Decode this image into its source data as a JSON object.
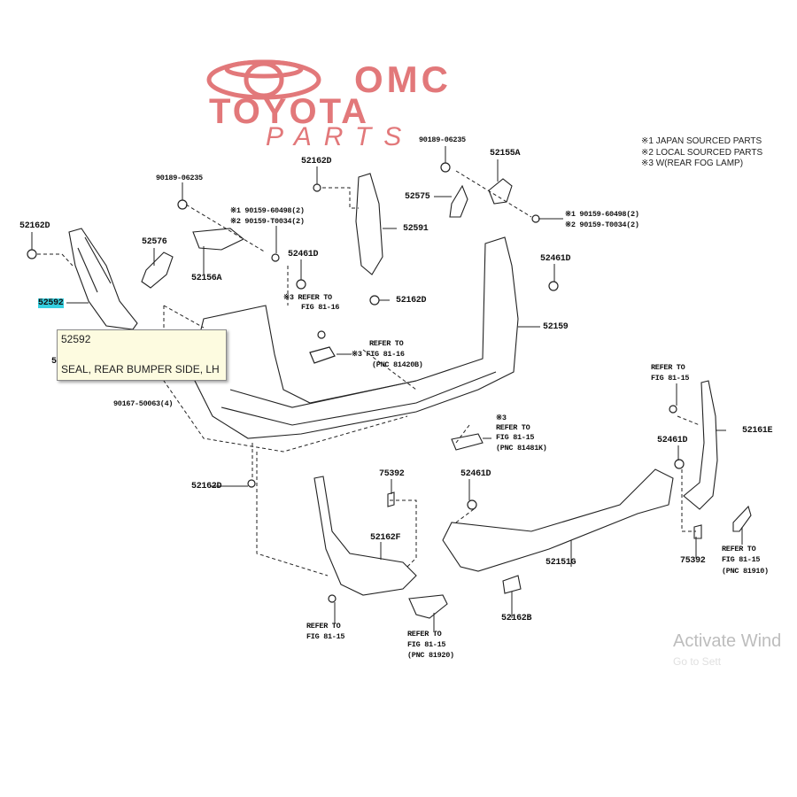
{
  "logo": {
    "line1": "OMC",
    "line2": "TOYOTA",
    "line3": "PARTS",
    "color": "#e2787a"
  },
  "legend": [
    "※1  JAPAN SOURCED PARTS",
    "※2  LOCAL SOURCED PARTS",
    "※3  W(REAR FOG LAMP)"
  ],
  "labels": {
    "p90189_top": "90189-06235",
    "p52155a": "52155A",
    "p52162d_a": "52162D",
    "p90189_left": "90189-06235",
    "p52575": "52575",
    "bolt_left_1": "※1 90159-60498(2)",
    "bolt_left_2": "※2 90159-T0034(2)",
    "bolt_right_1": "※1 90159-60498(2)",
    "bolt_right_2": "※2 90159-T0034(2)",
    "p52162d_b": "52162D",
    "p52591": "52591",
    "p52576": "52576",
    "p52461d_a": "52461D",
    "p52461d_b": "52461D",
    "p52156a": "52156A",
    "p52592": "52592",
    "refer_a1": "※3 REFER TO",
    "refer_a2": "FIG 81-16",
    "p52162d_c": "52162D",
    "p52159": "52159",
    "refer_b1": "REFER TO",
    "refer_b2": "※3 FIG 81-16",
    "refer_b3": "(PNC 81420B)",
    "p5_partial": "5",
    "p90167": "90167-50063(4)",
    "refer_c1": "REFER TO",
    "refer_c2": "FIG 81-15",
    "p52161e": "52161E",
    "refer_d0": "※3",
    "refer_d1": "REFER TO",
    "refer_d2": "FIG 81-15",
    "refer_d3": "(PNC 81481K)",
    "p52461d_c": "52461D",
    "p52162d_d": "52162D",
    "p75392_a": "75392",
    "p52461d_d": "52461D",
    "p52162f": "52162F",
    "p52151g": "52151G",
    "p75392_b": "75392",
    "refer_e1": "REFER TO",
    "refer_e2": "FIG 81-15",
    "refer_e3": "(PNC 81910)",
    "p52162b": "52162B",
    "refer_f1": "REFER TO",
    "refer_f2": "FIG 81-15",
    "refer_g1": "REFER TO",
    "refer_g2": "FIG 81-15",
    "refer_g3": "(PNC 81920)"
  },
  "tooltip": {
    "part_no": "52592",
    "description": "SEAL, REAR BUMPER SIDE, LH"
  },
  "watermark": {
    "line1": "Activate Wind",
    "line2": "Go to Sett"
  },
  "highlight_color": "#35d0e0"
}
